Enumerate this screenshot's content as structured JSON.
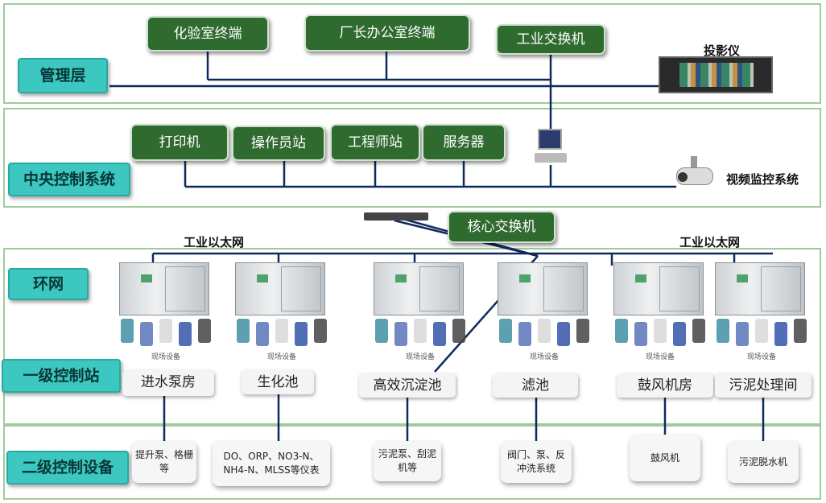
{
  "layers": {
    "management": "管理层",
    "central": "中央控制系统",
    "ring": "环网",
    "primary": "一级控制站",
    "secondary": "二级控制设备"
  },
  "management": {
    "lab_terminal": "化验室终端",
    "director_terminal": "厂长办公室终端",
    "industrial_switch": "工业交换机",
    "projector": "投影仪"
  },
  "central": {
    "printer": "打印机",
    "operator_station": "操作员站",
    "engineer_station": "工程师站",
    "server": "服务器",
    "video_surveillance": "视频监控系统"
  },
  "network": {
    "core_switch": "核心交换机",
    "ethernet_left": "工业以太网",
    "ethernet_right": "工业以太网"
  },
  "field_label": "现场设备",
  "stations": [
    {
      "name": "进水泵房",
      "devices": "提升泵、格栅等"
    },
    {
      "name": "生化池",
      "devices": "DO、ORP、NO3-N、NH4-N、MLSS等仪表"
    },
    {
      "name": "高效沉淀池",
      "devices": "污泥泵、刮泥机等"
    },
    {
      "name": "滤池",
      "devices": "阀门、泵、反冲洗系统"
    },
    {
      "name": "鼓风机房",
      "devices": "鼓风机"
    },
    {
      "name": "污泥处理间",
      "devices": "污泥脱水机"
    }
  ],
  "colors": {
    "layer_border": "#9dcc9a",
    "tag_fill": "#3cc7c0",
    "button_fill": "#2f6a2f",
    "line": "#0e2a5c"
  }
}
